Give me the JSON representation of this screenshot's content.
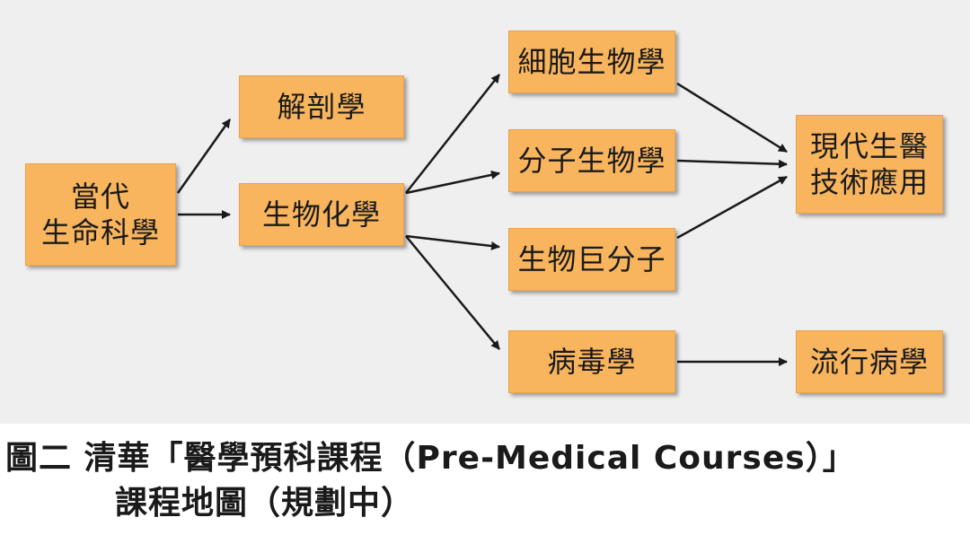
{
  "nodes": {
    "contemporary_life_sciences": {
      "line1": "當代",
      "line2": "生命科學"
    },
    "anatomy": "解剖學",
    "biochemistry": "生物化學",
    "cell_biology": "細胞生物學",
    "molecular_biology": "分子生物學",
    "biomacromolecules": "生物巨分子",
    "virology": "病毒學",
    "modern_biomedical": {
      "line1": "現代生醫",
      "line2": "技術應用"
    },
    "epidemiology": "流行病學"
  },
  "edges": [
    {
      "from": "contemporary_life_sciences",
      "to": "anatomy"
    },
    {
      "from": "contemporary_life_sciences",
      "to": "biochemistry"
    },
    {
      "from": "biochemistry",
      "to": "cell_biology"
    },
    {
      "from": "biochemistry",
      "to": "molecular_biology"
    },
    {
      "from": "biochemistry",
      "to": "biomacromolecules"
    },
    {
      "from": "biochemistry",
      "to": "virology"
    },
    {
      "from": "cell_biology",
      "to": "modern_biomedical"
    },
    {
      "from": "molecular_biology",
      "to": "modern_biomedical"
    },
    {
      "from": "biomacromolecules",
      "to": "modern_biomedical"
    },
    {
      "from": "virology",
      "to": "epidemiology"
    }
  ],
  "colors": {
    "node_fill": "#f8b55e",
    "background": "#efefef",
    "arrow": "#1a1a1a"
  },
  "caption": {
    "line1": "圖二  清華「醫學預科課程（Pre-Medical Courses）」",
    "line2": "課程地圖（規劃中）"
  }
}
